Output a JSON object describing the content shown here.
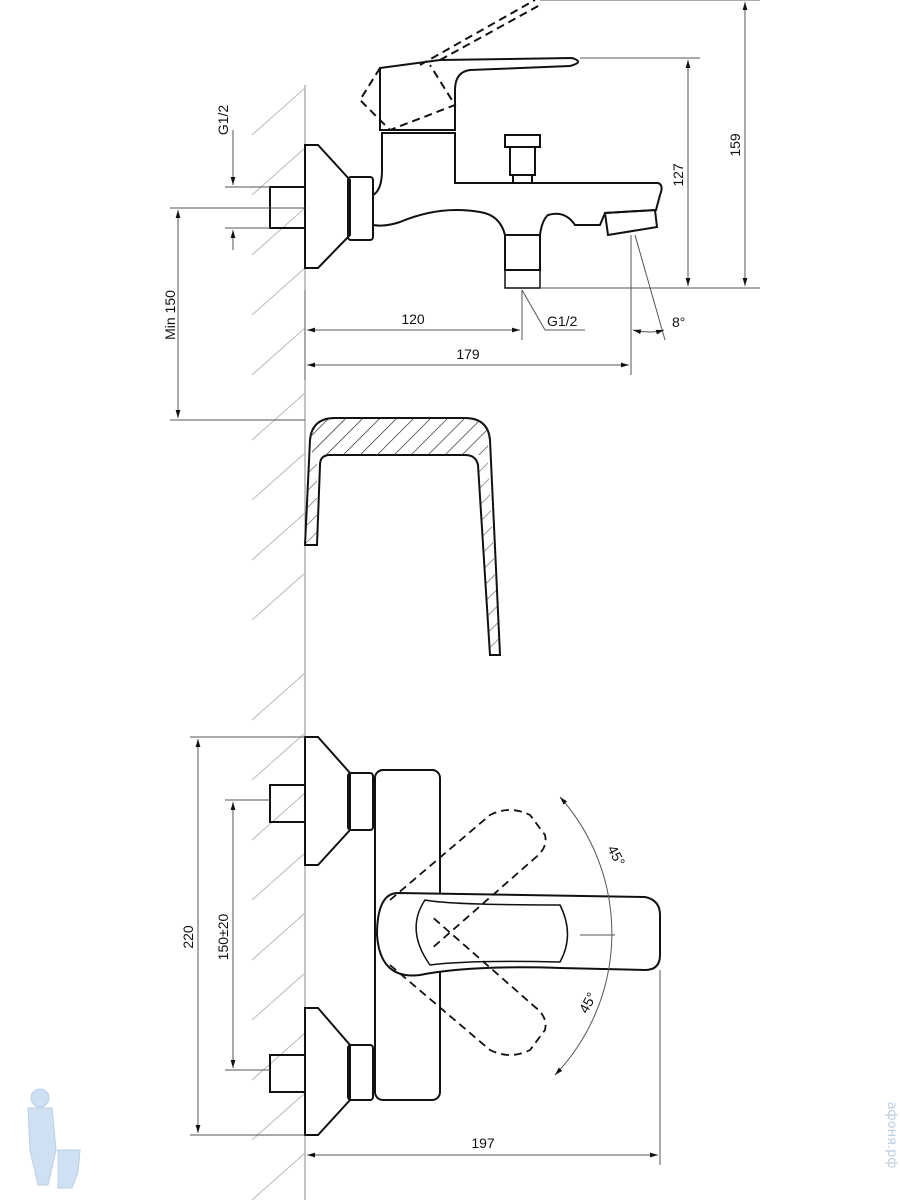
{
  "side_view": {
    "dim_total_height": "159",
    "dim_spout_height": "127",
    "dim_outlet_offset": "120",
    "dim_overall_projection": "179",
    "dim_min_height": "Min 150",
    "inlet_thread": "G1/2",
    "outlet_thread": "G1/2",
    "spout_angle": "8°"
  },
  "top_view": {
    "dim_total_width": "220",
    "dim_inlet_spacing": "150±20",
    "dim_depth": "197",
    "handle_angle_up": "45°",
    "handle_angle_down": "45°"
  },
  "watermark": {
    "text": "афоня.рф"
  },
  "colors": {
    "line": "#111111",
    "thin": "#555555",
    "hatch": "#bbbbbb",
    "watermark": "#b9cfe6"
  }
}
